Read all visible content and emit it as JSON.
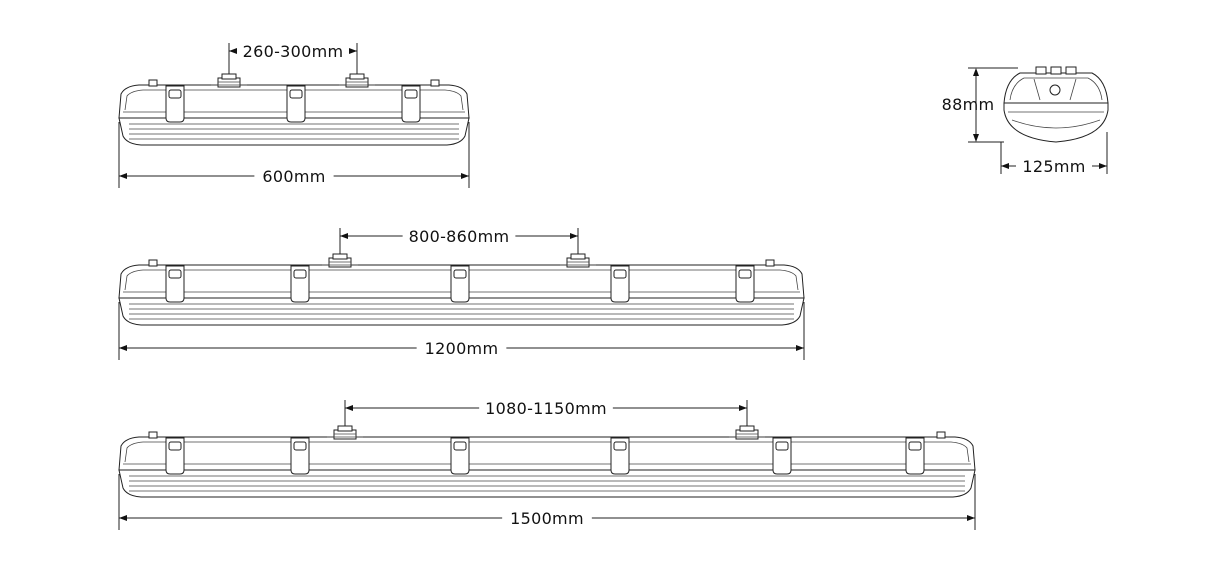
{
  "fixtures": [
    {
      "id": "600",
      "mount_label": "260-300mm",
      "length_label": "600mm"
    },
    {
      "id": "1200",
      "mount_label": "800-860mm",
      "length_label": "1200mm"
    },
    {
      "id": "1500",
      "mount_label": "1080-1150mm",
      "length_label": "1500mm"
    }
  ],
  "cross_section": {
    "height_label": "88mm",
    "width_label": "125mm"
  }
}
